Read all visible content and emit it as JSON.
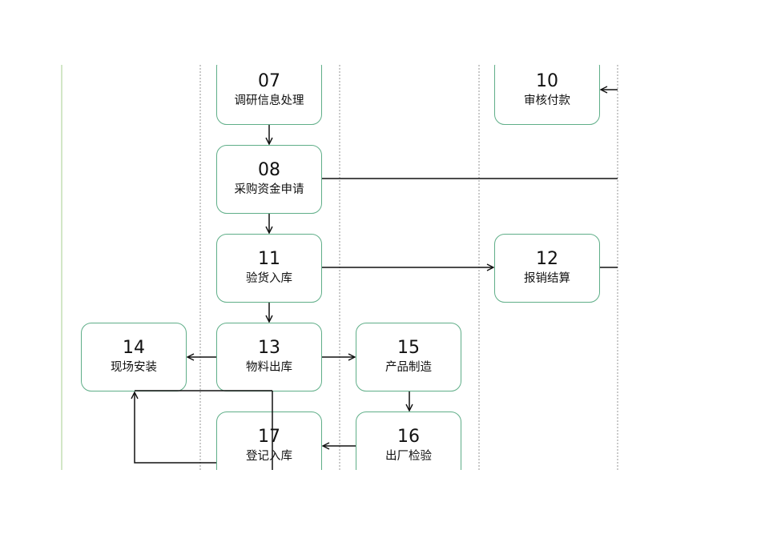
{
  "colors": {
    "node_border": "#5fae88",
    "arrow": "#111111",
    "lane_divider": "#8a8a8a",
    "left_border": "#b5d7a0"
  },
  "nodes": {
    "n07": {
      "number": "07",
      "label": "调研信息处理"
    },
    "n08": {
      "number": "08",
      "label": "采购资金申请"
    },
    "n10": {
      "number": "10",
      "label": "审核付款"
    },
    "n11": {
      "number": "11",
      "label": "验货入库"
    },
    "n12": {
      "number": "12",
      "label": "报销结算"
    },
    "n13": {
      "number": "13",
      "label": "物料出库"
    },
    "n14": {
      "number": "14",
      "label": "现场安装"
    },
    "n15": {
      "number": "15",
      "label": "产品制造"
    },
    "n16": {
      "number": "16",
      "label": "出厂检验"
    },
    "n17": {
      "number": "17",
      "label": "登记入库"
    }
  },
  "edges": [
    {
      "from": "07",
      "to": "08"
    },
    {
      "from": "08",
      "to": "11"
    },
    {
      "from": "08",
      "to": "off-page-right"
    },
    {
      "from": "off-page-right",
      "to": "10"
    },
    {
      "from": "11",
      "to": "12"
    },
    {
      "from": "12",
      "to": "off-page-right"
    },
    {
      "from": "11",
      "to": "13"
    },
    {
      "from": "13",
      "to": "14"
    },
    {
      "from": "13",
      "to": "15"
    },
    {
      "from": "15",
      "to": "16"
    },
    {
      "from": "16",
      "to": "17"
    },
    {
      "from": "off-page-bottom",
      "to": "14"
    }
  ]
}
